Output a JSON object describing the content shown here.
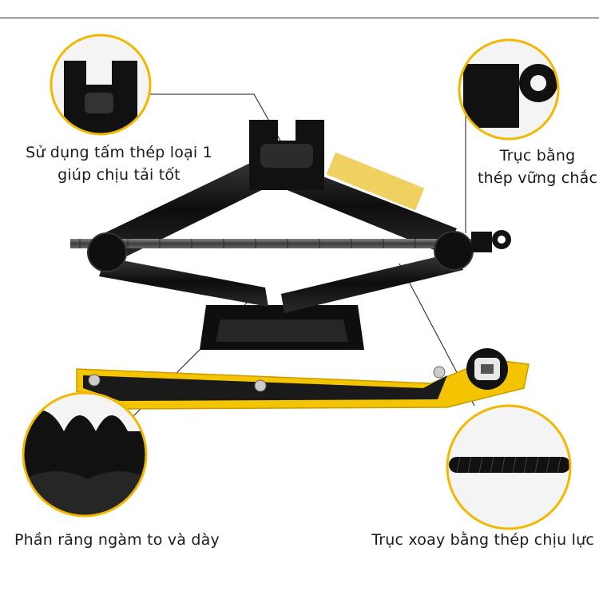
{
  "colors": {
    "accent_yellow": "#f5c400",
    "jack_black": "#111111",
    "callout_ring": "#f2b800"
  },
  "callouts": {
    "top_left": [
      "Sử  dụng tấm thép loại 1",
      "giúp chịu tải tốt"
    ],
    "top_right": [
      "Trục bằng",
      "thép vững chắc"
    ],
    "bottom_left": [
      "Phần răng ngàm to và dày"
    ],
    "bottom_right": [
      "Trục xoay bằng thép chịu lực"
    ]
  }
}
